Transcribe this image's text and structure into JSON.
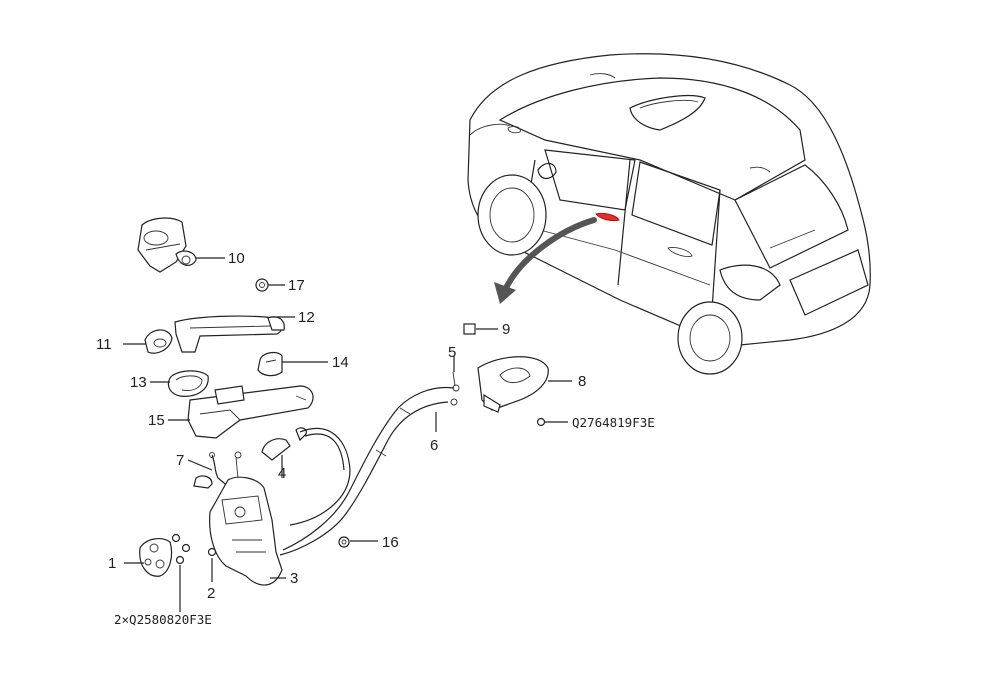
{
  "callouts": {
    "c1": "1",
    "c2": "2",
    "c3": "3",
    "c4": "4",
    "c5": "5",
    "c6": "6",
    "c7": "7",
    "c8": "8",
    "c9": "9",
    "c10": "10",
    "c11": "11",
    "c12": "12",
    "c13": "13",
    "c14": "14",
    "c15": "15",
    "c16": "16",
    "c17": "17"
  },
  "codes": {
    "screw_code": "Q2764819F3E",
    "bolt_code": "2×Q2580820F3E"
  },
  "colors": {
    "line": "#222222",
    "highlight": "#e0302a",
    "arrow": "#555555"
  }
}
